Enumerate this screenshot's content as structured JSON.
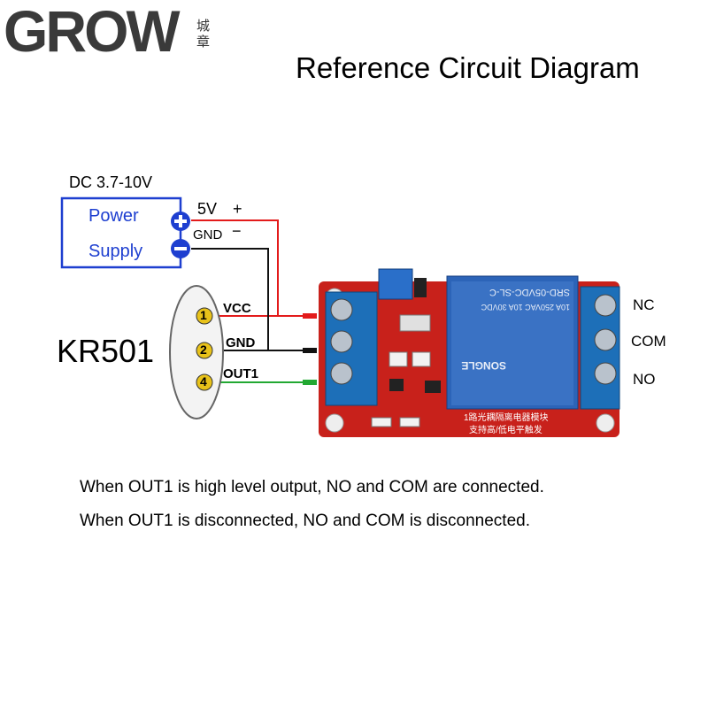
{
  "brand": {
    "logo_text": "GROW",
    "seal_text": "城章"
  },
  "diagram": {
    "title": "Reference Circuit Diagram",
    "power_supply": {
      "voltage_label": "DC 3.7-10V",
      "line1": "Power",
      "line2": "Supply",
      "plus_wire_label": "5V",
      "plus_sign": "+",
      "minus_wire_label": "GND",
      "minus_sign": "−"
    },
    "sensor": {
      "name": "KR501",
      "pins": [
        {
          "number": "1",
          "label": "VCC"
        },
        {
          "number": "2",
          "label": "GND"
        },
        {
          "number": "4",
          "label": "OUT1"
        }
      ]
    },
    "relay_terminals": [
      "NC",
      "COM",
      "NO"
    ],
    "relay_module": {
      "relay_text": "SRD-05VDC-SL-C",
      "relay_rating": "10A 250VAC 10A 30VDC",
      "relay_brand": "SONGLE",
      "board_text_1": "1路光耦隔离电器模块",
      "board_text_2": "支持高/低电平触发"
    },
    "captions": [
      "When OUT1 is high level output, NO and COM are connected.",
      "When OUT1 is disconnected, NO and COM is disconnected."
    ],
    "colors": {
      "power_box_border": "#1e3fd0",
      "power_text": "#1e3fd0",
      "vcc_wire": "#e31b1b",
      "gnd_wire": "#111111",
      "out_wire": "#22a832",
      "pin_circle": "#e8c21a",
      "board_red": "#c8211b",
      "terminal_blue": "#1d6fb8",
      "relay_blue": "#2c64b8"
    }
  }
}
